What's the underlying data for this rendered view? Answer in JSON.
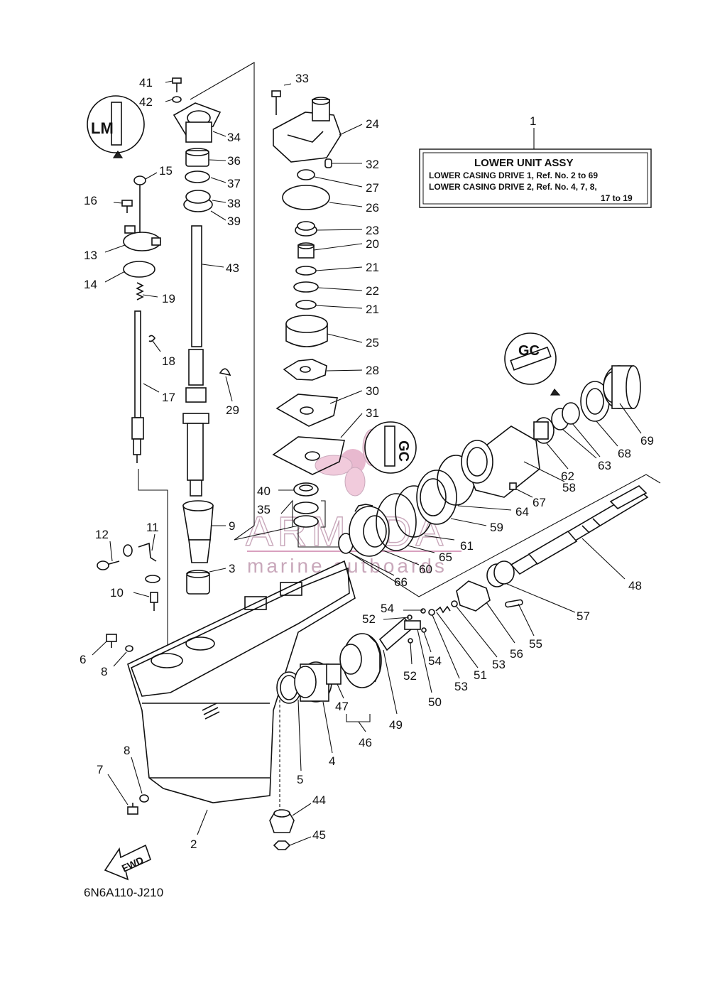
{
  "title_box": {
    "ref": "1",
    "heading": "LOWER UNIT ASSY",
    "line1": "LOWER CASING DRIVE 1,  Ref. No. 2 to 69",
    "line2": "LOWER CASING DRIVE 2,  Ref. No. 4, 7, 8,",
    "line3": "17 to 19"
  },
  "drawing_code": "6N6A110-J210",
  "fwd_arrow": "FWD",
  "callouts": {
    "lm": "LM",
    "gc_top": "GC",
    "gc_mid": "GC"
  },
  "watermark": {
    "brand": "ARMADA",
    "tagline": "marine outboards"
  },
  "labels": {
    "n41": "41",
    "n42": "42",
    "n34": "34",
    "n36": "36",
    "n37": "37",
    "n38": "38",
    "n39": "39",
    "n43": "43",
    "n15": "15",
    "n16": "16",
    "n13": "13",
    "n14": "14",
    "n19": "19",
    "n18": "18",
    "n17": "17",
    "n29": "29",
    "n33": "33",
    "n24": "24",
    "n32": "32",
    "n27": "27",
    "n26": "26",
    "n23": "23",
    "n20": "20",
    "n21a": "21",
    "n22": "22",
    "n21b": "21",
    "n25": "25",
    "n28": "28",
    "n30": "30",
    "n31": "31",
    "n40": "40",
    "n35": "35",
    "n9": "9",
    "n3": "3",
    "n12": "12",
    "n11": "11",
    "n10": "10",
    "n6": "6",
    "n8a": "8",
    "n8b": "8",
    "n7": "7",
    "n2": "2",
    "n5": "5",
    "n4": "4",
    "n44": "44",
    "n45": "45",
    "n47": "47",
    "n46": "46",
    "n49": "49",
    "n69": "69",
    "n68": "68",
    "n63": "63",
    "n62": "62",
    "n58": "58",
    "n67": "67",
    "n64": "64",
    "n59": "59",
    "n61": "61",
    "n65": "65",
    "n60": "60",
    "n66": "66",
    "n48": "48",
    "n57": "57",
    "n55": "55",
    "n56": "56",
    "n53a": "53",
    "n51": "51",
    "n53b": "53",
    "n54a": "54",
    "n52a": "52",
    "n52b": "52",
    "n54b": "54",
    "n50": "50"
  }
}
